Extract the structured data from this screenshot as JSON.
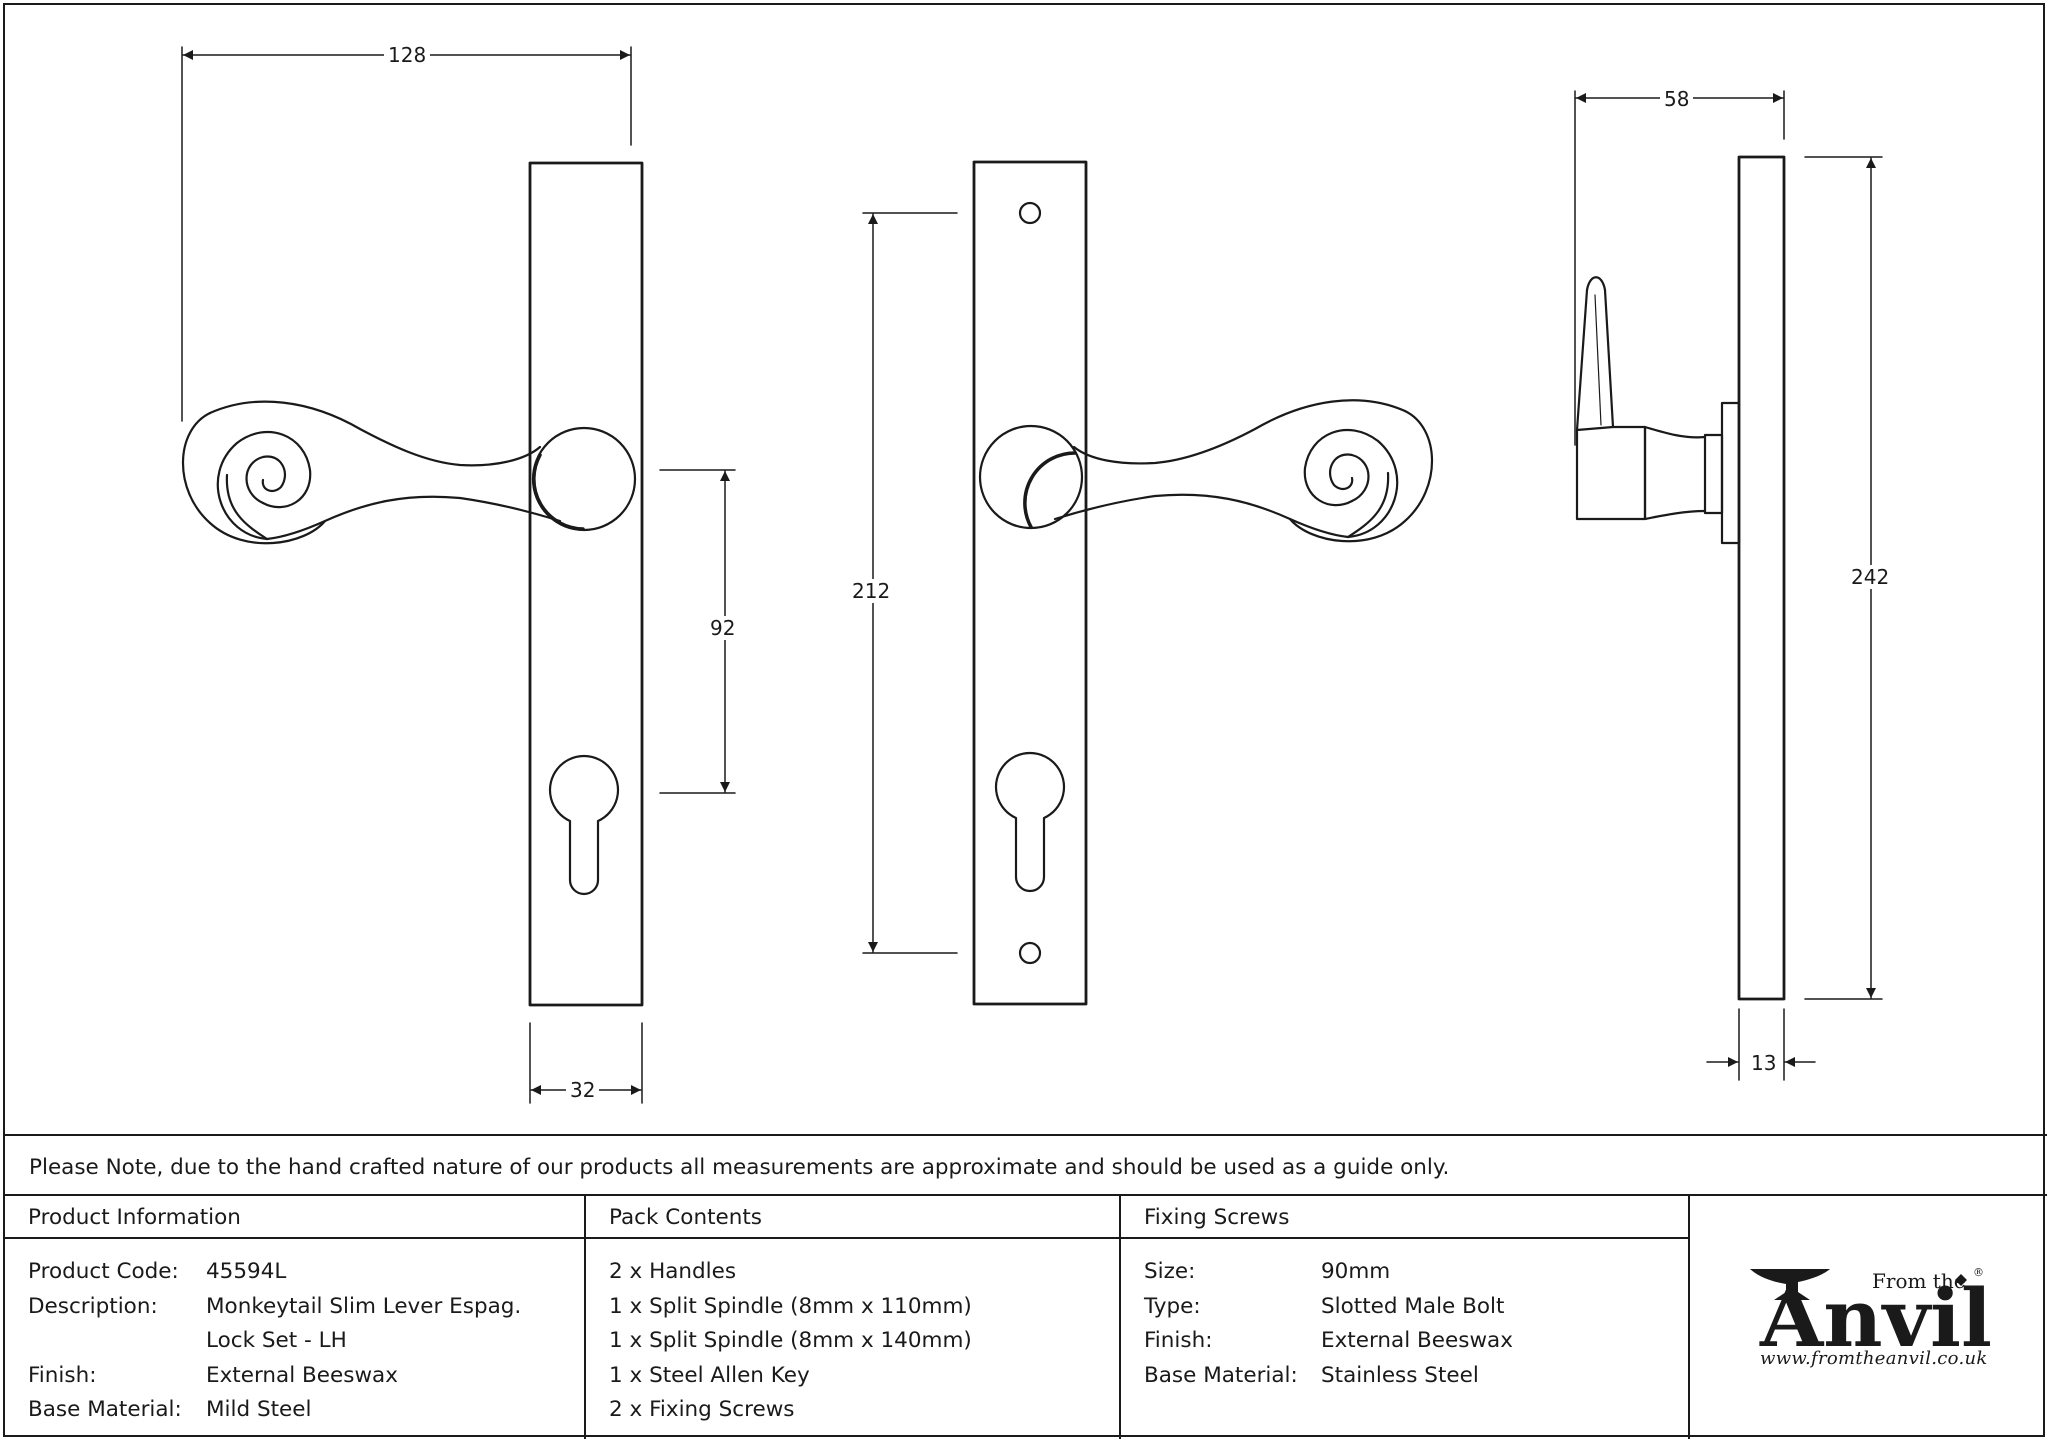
{
  "dimensions": {
    "overall_width": "128",
    "plate_width": "32",
    "spindle_to_cylinder": "92",
    "fixing_centres": "212",
    "projection": "58",
    "plate_height": "242",
    "plate_thickness": "13"
  },
  "note": "Please Note, due to the hand crafted nature of our products all measurements are approximate and should be used as a guide only.",
  "product_info": {
    "heading": "Product Information",
    "rows": [
      {
        "key": "Product Code:",
        "value": "45594L"
      },
      {
        "key": "Description:",
        "value": "Monkeytail Slim Lever Espag."
      },
      {
        "key": "",
        "value": "Lock Set - LH"
      },
      {
        "key": "Finish:",
        "value": "External Beeswax"
      },
      {
        "key": "Base Material:",
        "value": "Mild Steel"
      }
    ]
  },
  "pack_contents": {
    "heading": "Pack Contents",
    "items": [
      "2 x Handles",
      "1 x Split Spindle (8mm x 110mm)",
      "1 x Split Spindle (8mm x 140mm)",
      "1 x Steel Allen Key",
      "2 x Fixing Screws"
    ]
  },
  "fixing_screws": {
    "heading": "Fixing Screws",
    "rows": [
      {
        "key": "Size:",
        "value": "90mm"
      },
      {
        "key": "Type:",
        "value": "Slotted Male Bolt"
      },
      {
        "key": "Finish:",
        "value": "External Beeswax"
      },
      {
        "key": "Base Material:",
        "value": "Stainless Steel"
      }
    ]
  },
  "logo": {
    "from_the": "From the",
    "brand": "Anvil",
    "registered": "®",
    "url": "www.fromtheanvil.co.uk"
  }
}
